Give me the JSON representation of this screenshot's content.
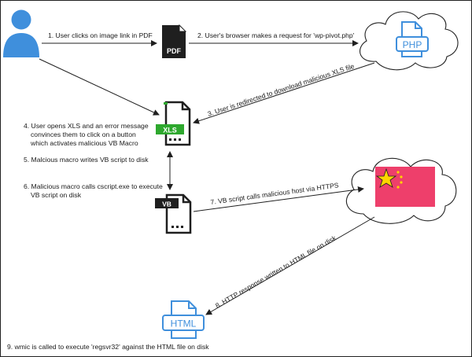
{
  "steps": {
    "s1": "1. User clicks on image link in PDF",
    "s2": "2. User's browser makes a request for 'wp-pivot.php'",
    "s3": "3. User is redirected to download malicious XLS file",
    "s4_l1": "4. User opens XLS and an error message",
    "s4_l2": "convinces them to click on a button",
    "s4_l3": "which activates malicious VB Macro",
    "s5": "5. Malcious macro writes VB script to disk",
    "s6_l1": "6. Malicious macro calls cscript.exe to execute",
    "s6_l2": "VB script on disk",
    "s7": "7. VB script calls malicious host via HTTPS",
    "s8": "8. HTTP response written to HTML file on disk",
    "s9": "9. wmic is called to execute 'regsvr32' against the HTML file on disk"
  },
  "icons": {
    "pdf": "PDF",
    "php": "PHP",
    "xls": "XLS",
    "vb": "VB",
    "html": "HTML"
  },
  "colors": {
    "blue": "#3f8fdc",
    "green": "#2ea82e",
    "flag_red": "#ee3f6b",
    "star": "#ffd400",
    "dark": "#1f1f1f"
  }
}
